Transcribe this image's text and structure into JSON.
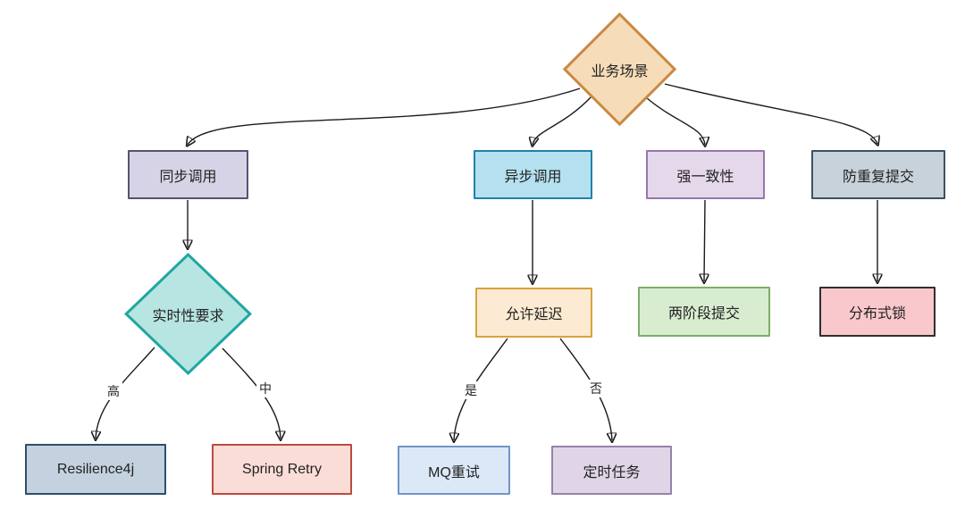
{
  "nodes": {
    "business_scenario": {
      "label": "业务场景",
      "shape": "diamond",
      "fill": "#f7dcb9",
      "stroke": "#c98a42"
    },
    "sync_call": {
      "label": "同步调用",
      "shape": "rect",
      "fill": "#d7d3e7",
      "stroke": "#56536f"
    },
    "async_call": {
      "label": "异步调用",
      "shape": "rect",
      "fill": "#b4e0f0",
      "stroke": "#2180a8"
    },
    "strong_consistency": {
      "label": "强一致性",
      "shape": "rect",
      "fill": "#e5d8eb",
      "stroke": "#9877ac"
    },
    "prevent_duplicate": {
      "label": "防重复提交",
      "shape": "rect",
      "fill": "#c7d2db",
      "stroke": "#3c5163"
    },
    "realtime_requirement": {
      "label": "实时性要求",
      "shape": "diamond",
      "fill": "#b7e5e1",
      "stroke": "#1fa7a0"
    },
    "allow_delay": {
      "label": "允许延迟",
      "shape": "rect",
      "fill": "#fcead2",
      "stroke": "#d8a23b"
    },
    "two_phase_commit": {
      "label": "两阶段提交",
      "shape": "rect",
      "fill": "#d8edd0",
      "stroke": "#7fac69"
    },
    "distributed_lock": {
      "label": "分布式锁",
      "shape": "rect",
      "fill": "#f9c8cc",
      "stroke": "#2f2f2f"
    },
    "resilience4j": {
      "label": "Resilience4j",
      "shape": "rect",
      "fill": "#c3d2de",
      "stroke": "#2e4e6b"
    },
    "spring_retry": {
      "label": "Spring Retry",
      "shape": "rect",
      "fill": "#faddd7",
      "stroke": "#bb4b40"
    },
    "mq_retry": {
      "label": "MQ重试",
      "shape": "rect",
      "fill": "#dbe8f8",
      "stroke": "#7195c6"
    },
    "scheduled_task": {
      "label": "定时任务",
      "shape": "rect",
      "fill": "#dfd5e7",
      "stroke": "#9682a8"
    }
  },
  "edges": [
    {
      "from": "business_scenario",
      "to": "sync_call",
      "label": ""
    },
    {
      "from": "business_scenario",
      "to": "async_call",
      "label": ""
    },
    {
      "from": "business_scenario",
      "to": "strong_consistency",
      "label": ""
    },
    {
      "from": "business_scenario",
      "to": "prevent_duplicate",
      "label": ""
    },
    {
      "from": "sync_call",
      "to": "realtime_requirement",
      "label": ""
    },
    {
      "from": "async_call",
      "to": "allow_delay",
      "label": ""
    },
    {
      "from": "strong_consistency",
      "to": "two_phase_commit",
      "label": ""
    },
    {
      "from": "prevent_duplicate",
      "to": "distributed_lock",
      "label": ""
    },
    {
      "from": "realtime_requirement",
      "to": "resilience4j",
      "label": "高"
    },
    {
      "from": "realtime_requirement",
      "to": "spring_retry",
      "label": "中"
    },
    {
      "from": "allow_delay",
      "to": "mq_retry",
      "label": "是"
    },
    {
      "from": "allow_delay",
      "to": "scheduled_task",
      "label": "否"
    }
  ],
  "colors": {
    "edge_stroke": "#1b1b1b",
    "text": "#222222",
    "background": "#ffffff"
  }
}
